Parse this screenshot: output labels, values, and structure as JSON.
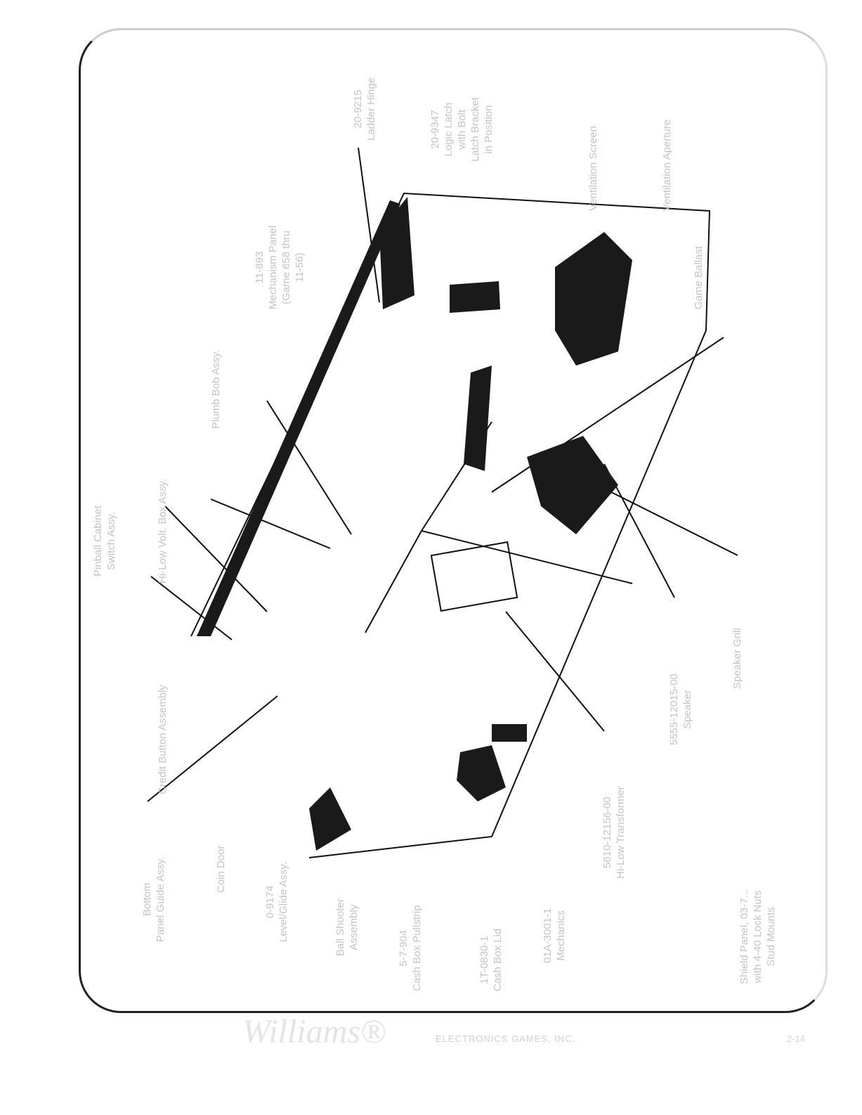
{
  "diagram": {
    "labels": [
      "Pinball Cabinet\nSwitch Assy.",
      "Hi-Low Volt. Box Assy.",
      "Plumb Bob Assy.",
      "11-893\nMechanism Panel\n(Game 658 thru\n11-56)",
      "20-9215\nLadder Hinge",
      "20-9347\nLogic Latch\nwith Bolt\nLatch Bracket\nin Position",
      "Ventilation Screen",
      "Ventilation Aperture",
      "Game Ballast",
      "Speaker Grill",
      "5555-12015-00\nSpeaker",
      "5610-12156-00\nHi-Low Transformer",
      "Credit Button Assembly",
      "Bottom\nPanel Guide Assy.",
      "Coin Door",
      "0-9174\nLevel/Glide Assy.",
      "Ball Shooter\nAssembly",
      "5-7-904\nCash Box Pullstrip",
      "1T-0830-1\nCash Box Lid",
      "01A-3001-1\nMechanics",
      "Shield Panel, 03-7...\nwith 4-40 Lock Nuts\nStud Mounts"
    ]
  },
  "footer": {
    "logo": "Williams®",
    "company": "ELECTRONICS GAMES, INC.",
    "page": "2-14"
  }
}
